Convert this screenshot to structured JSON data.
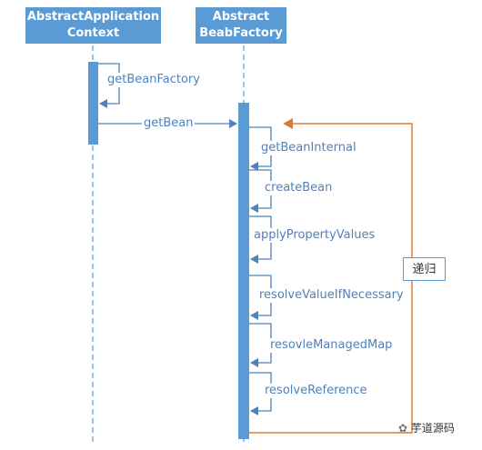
{
  "lifelines": {
    "context": {
      "line1": "AbstractApplication",
      "line2": "Context"
    },
    "factory": {
      "line1": "Abstract",
      "line2": "BeabFactory"
    }
  },
  "messages": {
    "get_bean_factory": "getBeanFactory",
    "get_bean": "getBean",
    "get_bean_internal": "getBeanInternal",
    "create_bean": "createBean",
    "apply_property_values": "applyPropertyValues",
    "resolve_value_if_necessary": "resolveValueIfNecessary",
    "resovle_managed_map": "resovleManagedMap",
    "resolve_reference": "resolveReference"
  },
  "recursion": {
    "label": "递归"
  },
  "watermark": {
    "text": "芋道源码"
  },
  "colors": {
    "lifeline": "#5b9bd5",
    "message": "#4f81bd",
    "recursion": "#e07a2e"
  }
}
